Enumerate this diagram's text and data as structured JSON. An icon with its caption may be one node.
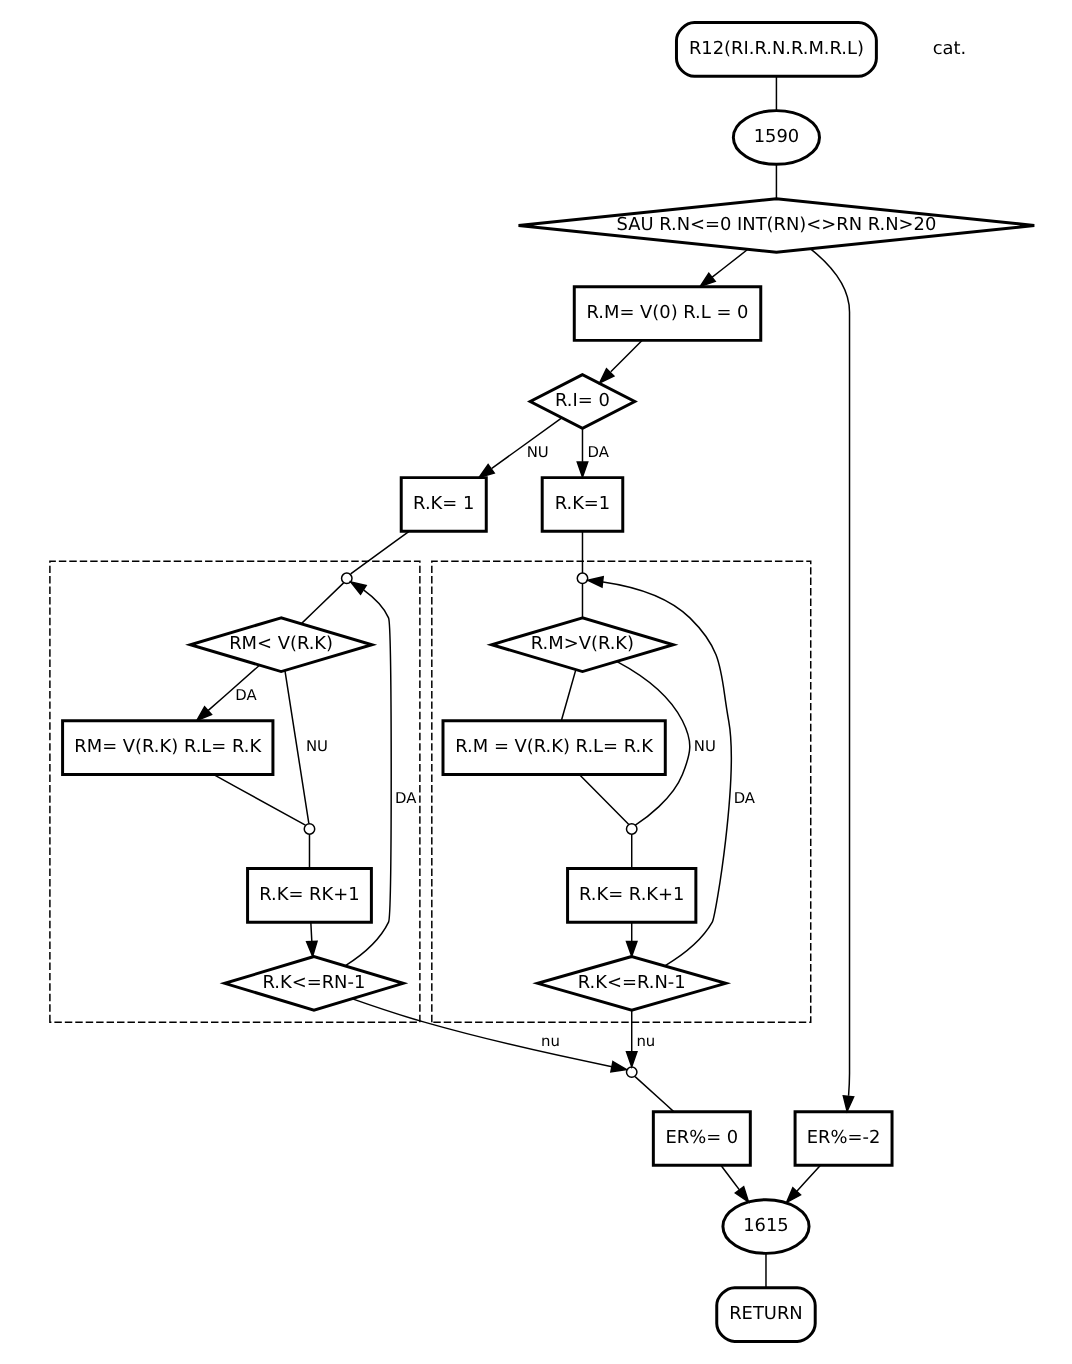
{
  "diagram": {
    "nodes": [
      {
        "text": [
          "R12(RI.R.N.R.M.R.L)"
        ]
      },
      {
        "text": [
          "1590"
        ]
      },
      {
        "text": [
          "SAU R.N<=0 INT(RN)<>RN R.N>20"
        ]
      },
      {
        "text": [
          "R.M= V(0) R.L = 0"
        ]
      },
      {
        "text": [
          "R.I= 0"
        ]
      },
      {
        "text": [
          "R.K= 1"
        ]
      },
      {
        "text": [
          "R.K=1"
        ]
      },
      {
        "text": [],
        "shape": "box"
      },
      {
        "text": [],
        "shape": "circle",
        "in": 7
      },
      {
        "text": [
          "RM< V(R.K)"
        ],
        "in": 7
      },
      {
        "text": [
          "RM= V(R.K) R.L= R.K"
        ],
        "in": 7
      },
      {
        "text": [],
        "shape": "circle",
        "in": 7
      },
      {
        "text": [
          "R.K= RK+1"
        ],
        "in": 7
      },
      {
        "text": [
          "R.K<=RN-1"
        ],
        "in": 7
      },
      {
        "text": [],
        "shape": "box"
      },
      {
        "text": [],
        "shape": "circle",
        "in": 14
      },
      {
        "text": [
          "R.M>V(R.K)"
        ],
        "in": 14
      },
      {
        "text": [
          "R.M = V(R.K) R.L= R.K"
        ],
        "in": 14
      },
      {
        "text": [],
        "shape": "circle",
        "in": 14
      },
      {
        "text": [
          "R.K= R.K+1"
        ],
        "in": 14
      },
      {
        "text": [
          "R.K<=R.N-1"
        ],
        "in": 14
      },
      {
        "text": [],
        "shape": "circle"
      },
      {
        "text": [
          "ER%= 0"
        ]
      },
      {
        "text": [
          "ER%=-2"
        ]
      },
      {
        "text": [
          "1615"
        ]
      },
      {
        "text": [
          "RETURN"
        ]
      }
    ],
    "edges": [
      {
        "from": 0,
        "to": 1,
        "arrow": "none"
      },
      {
        "from": 1,
        "to": 2,
        "arrow": "none"
      },
      {
        "from": 2,
        "to": 3,
        "arrow": "to"
      },
      {
        "from": 2,
        "to": 23,
        "arrow": "to"
      },
      {
        "from": 3,
        "to": 4,
        "arrow": "to"
      },
      {
        "from": 4,
        "to": 5,
        "arrow": "to",
        "label": "NU"
      },
      {
        "from": 4,
        "to": 6,
        "arrow": "to",
        "label": "DA"
      },
      {
        "from": 5,
        "to": 8,
        "arrow": "none"
      },
      {
        "from": 8,
        "to": 9,
        "arrow": "none"
      },
      {
        "from": 9,
        "to": 10,
        "arrow": "to",
        "label": "DA"
      },
      {
        "from": 9,
        "to": 11,
        "arrow": "none",
        "label": "NU"
      },
      {
        "from": 10,
        "to": 11,
        "arrow": "none"
      },
      {
        "from": 11,
        "to": 12,
        "arrow": "none"
      },
      {
        "from": 12,
        "to": 13,
        "arrow": "to"
      },
      {
        "from": 13,
        "to": 8,
        "arrow": "to",
        "label": "DA"
      },
      {
        "from": 13,
        "to": 21,
        "arrow": "to",
        "label": "nu"
      },
      {
        "from": 6,
        "to": 15,
        "arrow": "none"
      },
      {
        "from": 15,
        "to": 16,
        "arrow": "none"
      },
      {
        "from": 16,
        "to": 17,
        "arrow": "none"
      },
      {
        "from": 16,
        "to": 18,
        "arrow": "none",
        "label": "NU"
      },
      {
        "from": 17,
        "to": 18,
        "arrow": "none"
      },
      {
        "from": 18,
        "to": 19,
        "arrow": "none"
      },
      {
        "from": 19,
        "to": 20,
        "arrow": "to"
      },
      {
        "from": 20,
        "to": 15,
        "arrow": "to",
        "label": "DA"
      },
      {
        "from": 20,
        "to": 21,
        "arrow": "to",
        "label": "nu"
      },
      {
        "from": 21,
        "to": 22,
        "arrow": "none"
      },
      {
        "from": 22,
        "to": 24,
        "arrow": "to"
      },
      {
        "from": 23,
        "to": 24,
        "arrow": "to"
      },
      {
        "from": 24,
        "to": 25,
        "arrow": "none"
      }
    ],
    "labels": [
      "cat."
    ]
  }
}
